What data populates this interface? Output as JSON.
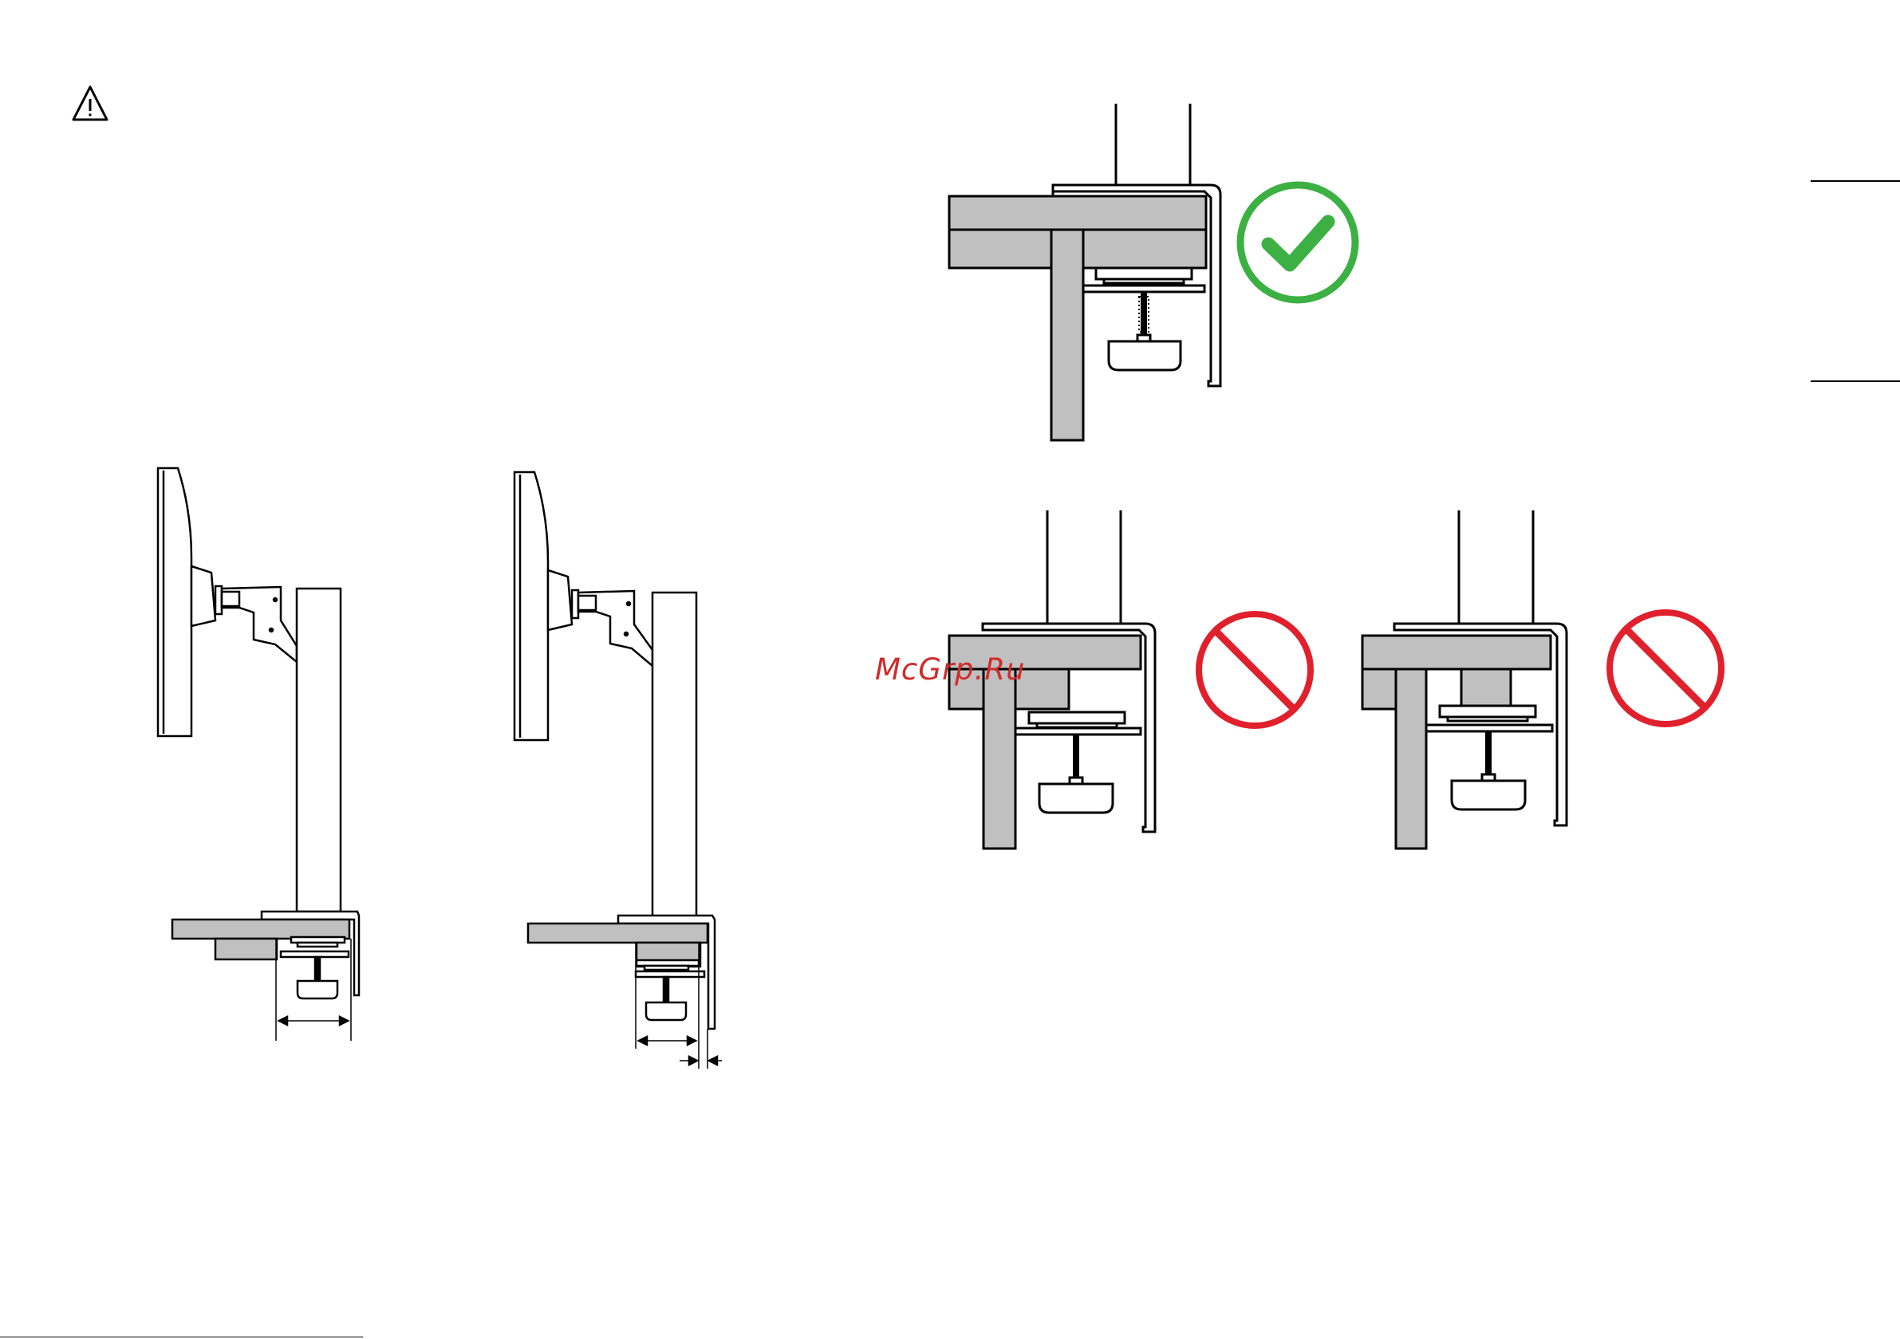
{
  "page": {
    "watermark_text": "McGrp.Ru",
    "caution_icon": "warning-triangle-icon",
    "colors": {
      "line": "#000000",
      "desk_gray": "#c0c0c0",
      "ok_green": "#3cb043",
      "prohibited_red": "#e0202c",
      "watermark_red": "#d22b2b"
    },
    "figures": {
      "correct_mount": {
        "status": "correct",
        "icon": "checkmark-icon"
      },
      "wrong_mount_1": {
        "status": "incorrect",
        "icon": "prohibited-icon"
      },
      "wrong_mount_2": {
        "status": "incorrect",
        "icon": "prohibited-icon"
      }
    }
  }
}
